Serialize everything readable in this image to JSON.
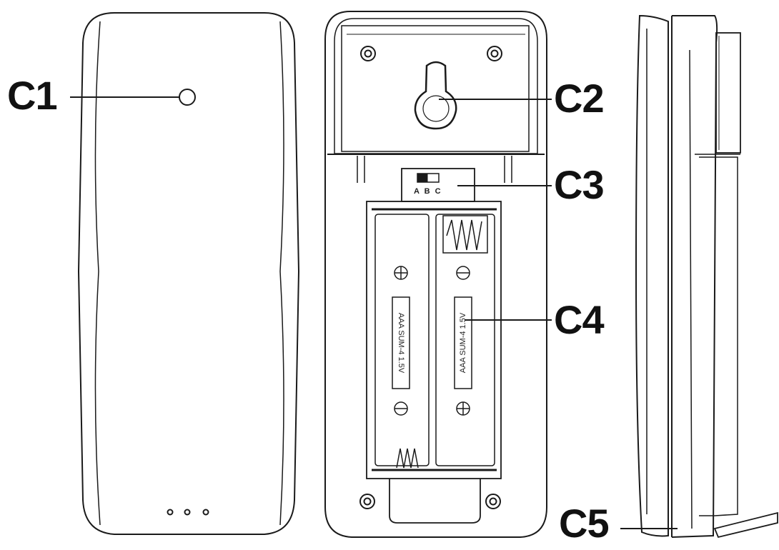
{
  "callouts": {
    "c1": "C1",
    "c2": "C2",
    "c3": "C3",
    "c4": "C4",
    "c5": "C5"
  },
  "switch_labels": "A B C",
  "battery_left_label": "AAA  SUM-4  1.5V",
  "battery_right_label": "AAA  SUM-4  1.5V",
  "colors": {
    "line": "#1a1a1a",
    "fill": "#ffffff"
  }
}
